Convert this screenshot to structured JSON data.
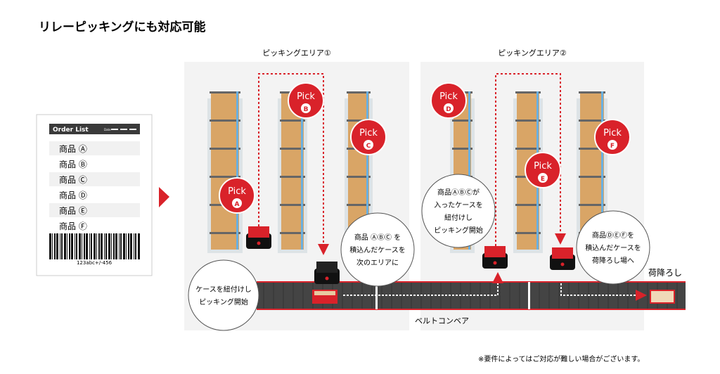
{
  "title": "リレーピッキングにも対応可能",
  "order_list": {
    "header": "Order List",
    "date_label": "Date",
    "items": [
      "商品 Ⓐ",
      "商品 Ⓑ",
      "商品 Ⓒ",
      "商品 Ⓓ",
      "商品 Ⓔ",
      "商品 Ⓕ"
    ],
    "barcode_text": "123abc+/-456"
  },
  "areas": [
    {
      "label": "ピッキングエリア①"
    },
    {
      "label": "ピッキングエリア②"
    }
  ],
  "picks": [
    {
      "label": "Pick",
      "letter": "A"
    },
    {
      "label": "Pick",
      "letter": "B"
    },
    {
      "label": "Pick",
      "letter": "C"
    },
    {
      "label": "Pick",
      "letter": "D"
    },
    {
      "label": "Pick",
      "letter": "E"
    },
    {
      "label": "Pick",
      "letter": "F"
    }
  ],
  "bubbles": [
    {
      "lines": [
        "ケースを紐付けし",
        "ピッキング開始"
      ]
    },
    {
      "lines": [
        "商品 ⒶⒷⒸ を",
        "積込んだケースを",
        "次のエリアに"
      ]
    },
    {
      "lines": [
        "商品ⒶⒷⒸが",
        "入ったケースを",
        "紐付けし",
        "ピッキング開始"
      ]
    },
    {
      "lines": [
        "商品ⒹⒺⒻを",
        "積込んだケースを",
        "荷降ろし場へ"
      ]
    }
  ],
  "conveyor_label": "ベルトコンベア",
  "unload_label": "荷降ろし",
  "footnote": "※要件によってはご対応が難しい場合がございます。",
  "colors": {
    "accent": "#d9222a",
    "conveyor": "#444444",
    "area_bg": "#f3f3f3"
  }
}
